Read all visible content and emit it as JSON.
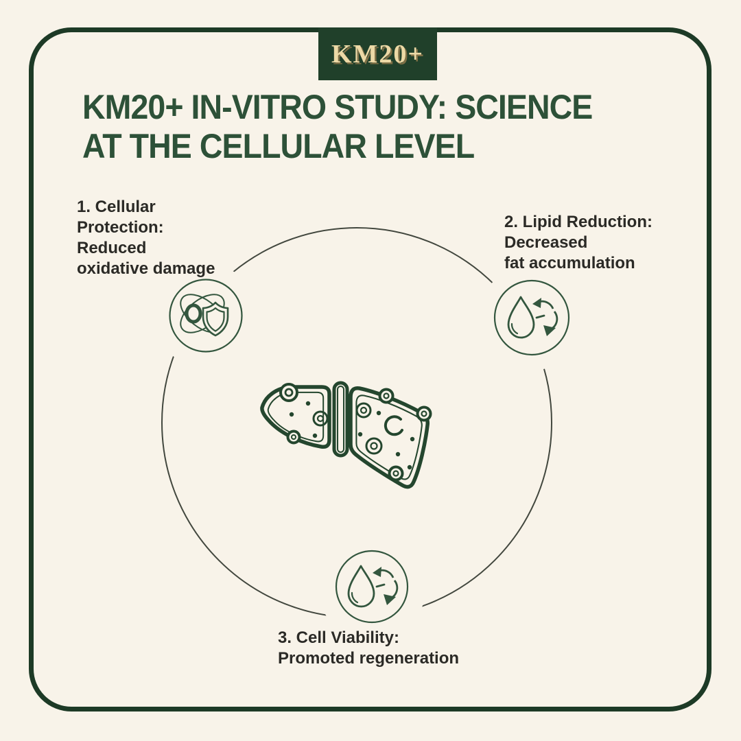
{
  "badge": {
    "label": "KM20+"
  },
  "title": {
    "line1": "KM20+ IN-VITRO STUDY: SCIENCE",
    "line2": "AT THE CELLULAR LEVEL"
  },
  "points": [
    {
      "number": "1",
      "lines": [
        "1. Cellular",
        "Protection:",
        "Reduced",
        "oxidative damage"
      ],
      "icon": "atom-shield"
    },
    {
      "number": "2",
      "lines": [
        "2. Lipid Reduction:",
        "Decreased",
        "fat accumulation"
      ],
      "icon": "droplet-cycle"
    },
    {
      "number": "3",
      "lines": [
        "3. Cell Viability:",
        "Promoted regeneration"
      ],
      "icon": "droplet-cycle"
    }
  ],
  "center_icon": "liver",
  "colors": {
    "background": "#f8f3e9",
    "frame_green": "#1d3a26",
    "badge_green": "#20402a",
    "badge_gold": "#ecd9a6",
    "title_green": "#2d5138",
    "label_text": "#2b2a26",
    "icon_green": "#33563e",
    "liver_green": "#24462e",
    "circle_line": "#42473e"
  }
}
